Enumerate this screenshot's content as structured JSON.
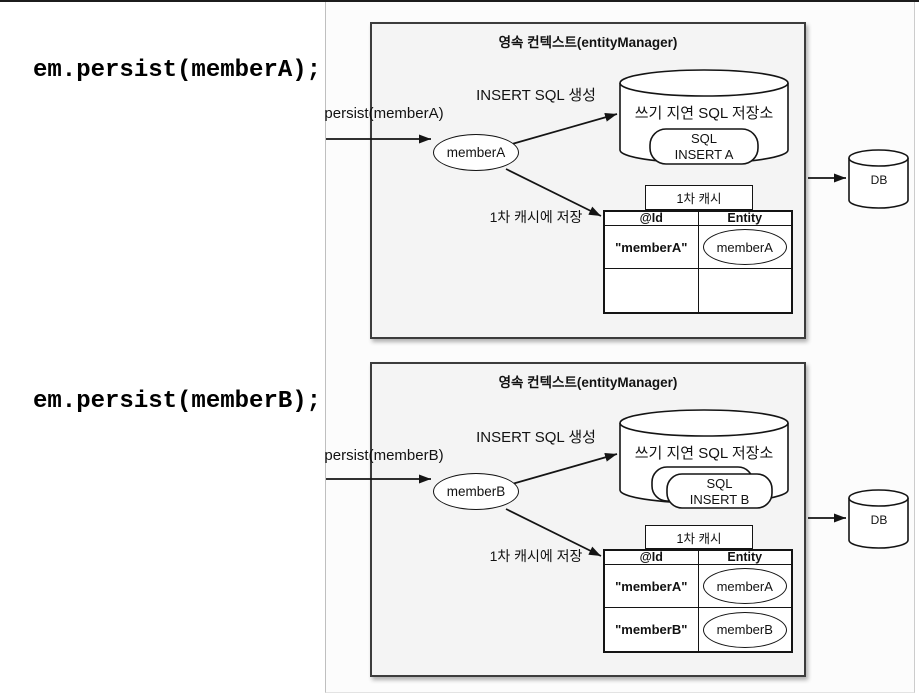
{
  "code_lines": {
    "a": "em.persist(memberA);",
    "b": "em.persist(memberB);"
  },
  "diagrams": [
    {
      "title": "영속 컨텍스트(entityManager)",
      "persist_label": "persist(memberA)",
      "member": "memberA",
      "insert_sql_label": "INSERT SQL 생성",
      "storage_title": "쓰기 지연 SQL 저장소",
      "sql_box": {
        "line1": "SQL",
        "line2": "INSERT A"
      },
      "cache_title": "1차 캐시",
      "cache_save_label": "1차 캐시에 저장",
      "table": {
        "headers": [
          "@Id",
          "Entity"
        ],
        "rows": [
          {
            "id": "\"memberA\"",
            "entity": "memberA"
          },
          {
            "id": "",
            "entity": ""
          }
        ]
      },
      "db_label": "DB"
    },
    {
      "title": "영속 컨텍스트(entityManager)",
      "persist_label": "persist(memberB)",
      "member": "memberB",
      "insert_sql_label": "INSERT SQL 생성",
      "storage_title": "쓰기 지연 SQL 저장소",
      "sql_box": {
        "line1": "SQL",
        "line2": "INSERT B"
      },
      "cache_title": "1차 캐시",
      "cache_save_label": "1차 캐시에 저장",
      "table": {
        "headers": [
          "@Id",
          "Entity"
        ],
        "rows": [
          {
            "id": "\"memberA\"",
            "entity": "memberA"
          },
          {
            "id": "\"memberB\"",
            "entity": "memberB"
          }
        ]
      },
      "db_label": "DB"
    }
  ],
  "colors": {
    "box_fill": "#f4f4f4",
    "box_border": "#3c3c3c",
    "stroke": "#141414",
    "slide_bg": "#fcfcfc"
  }
}
